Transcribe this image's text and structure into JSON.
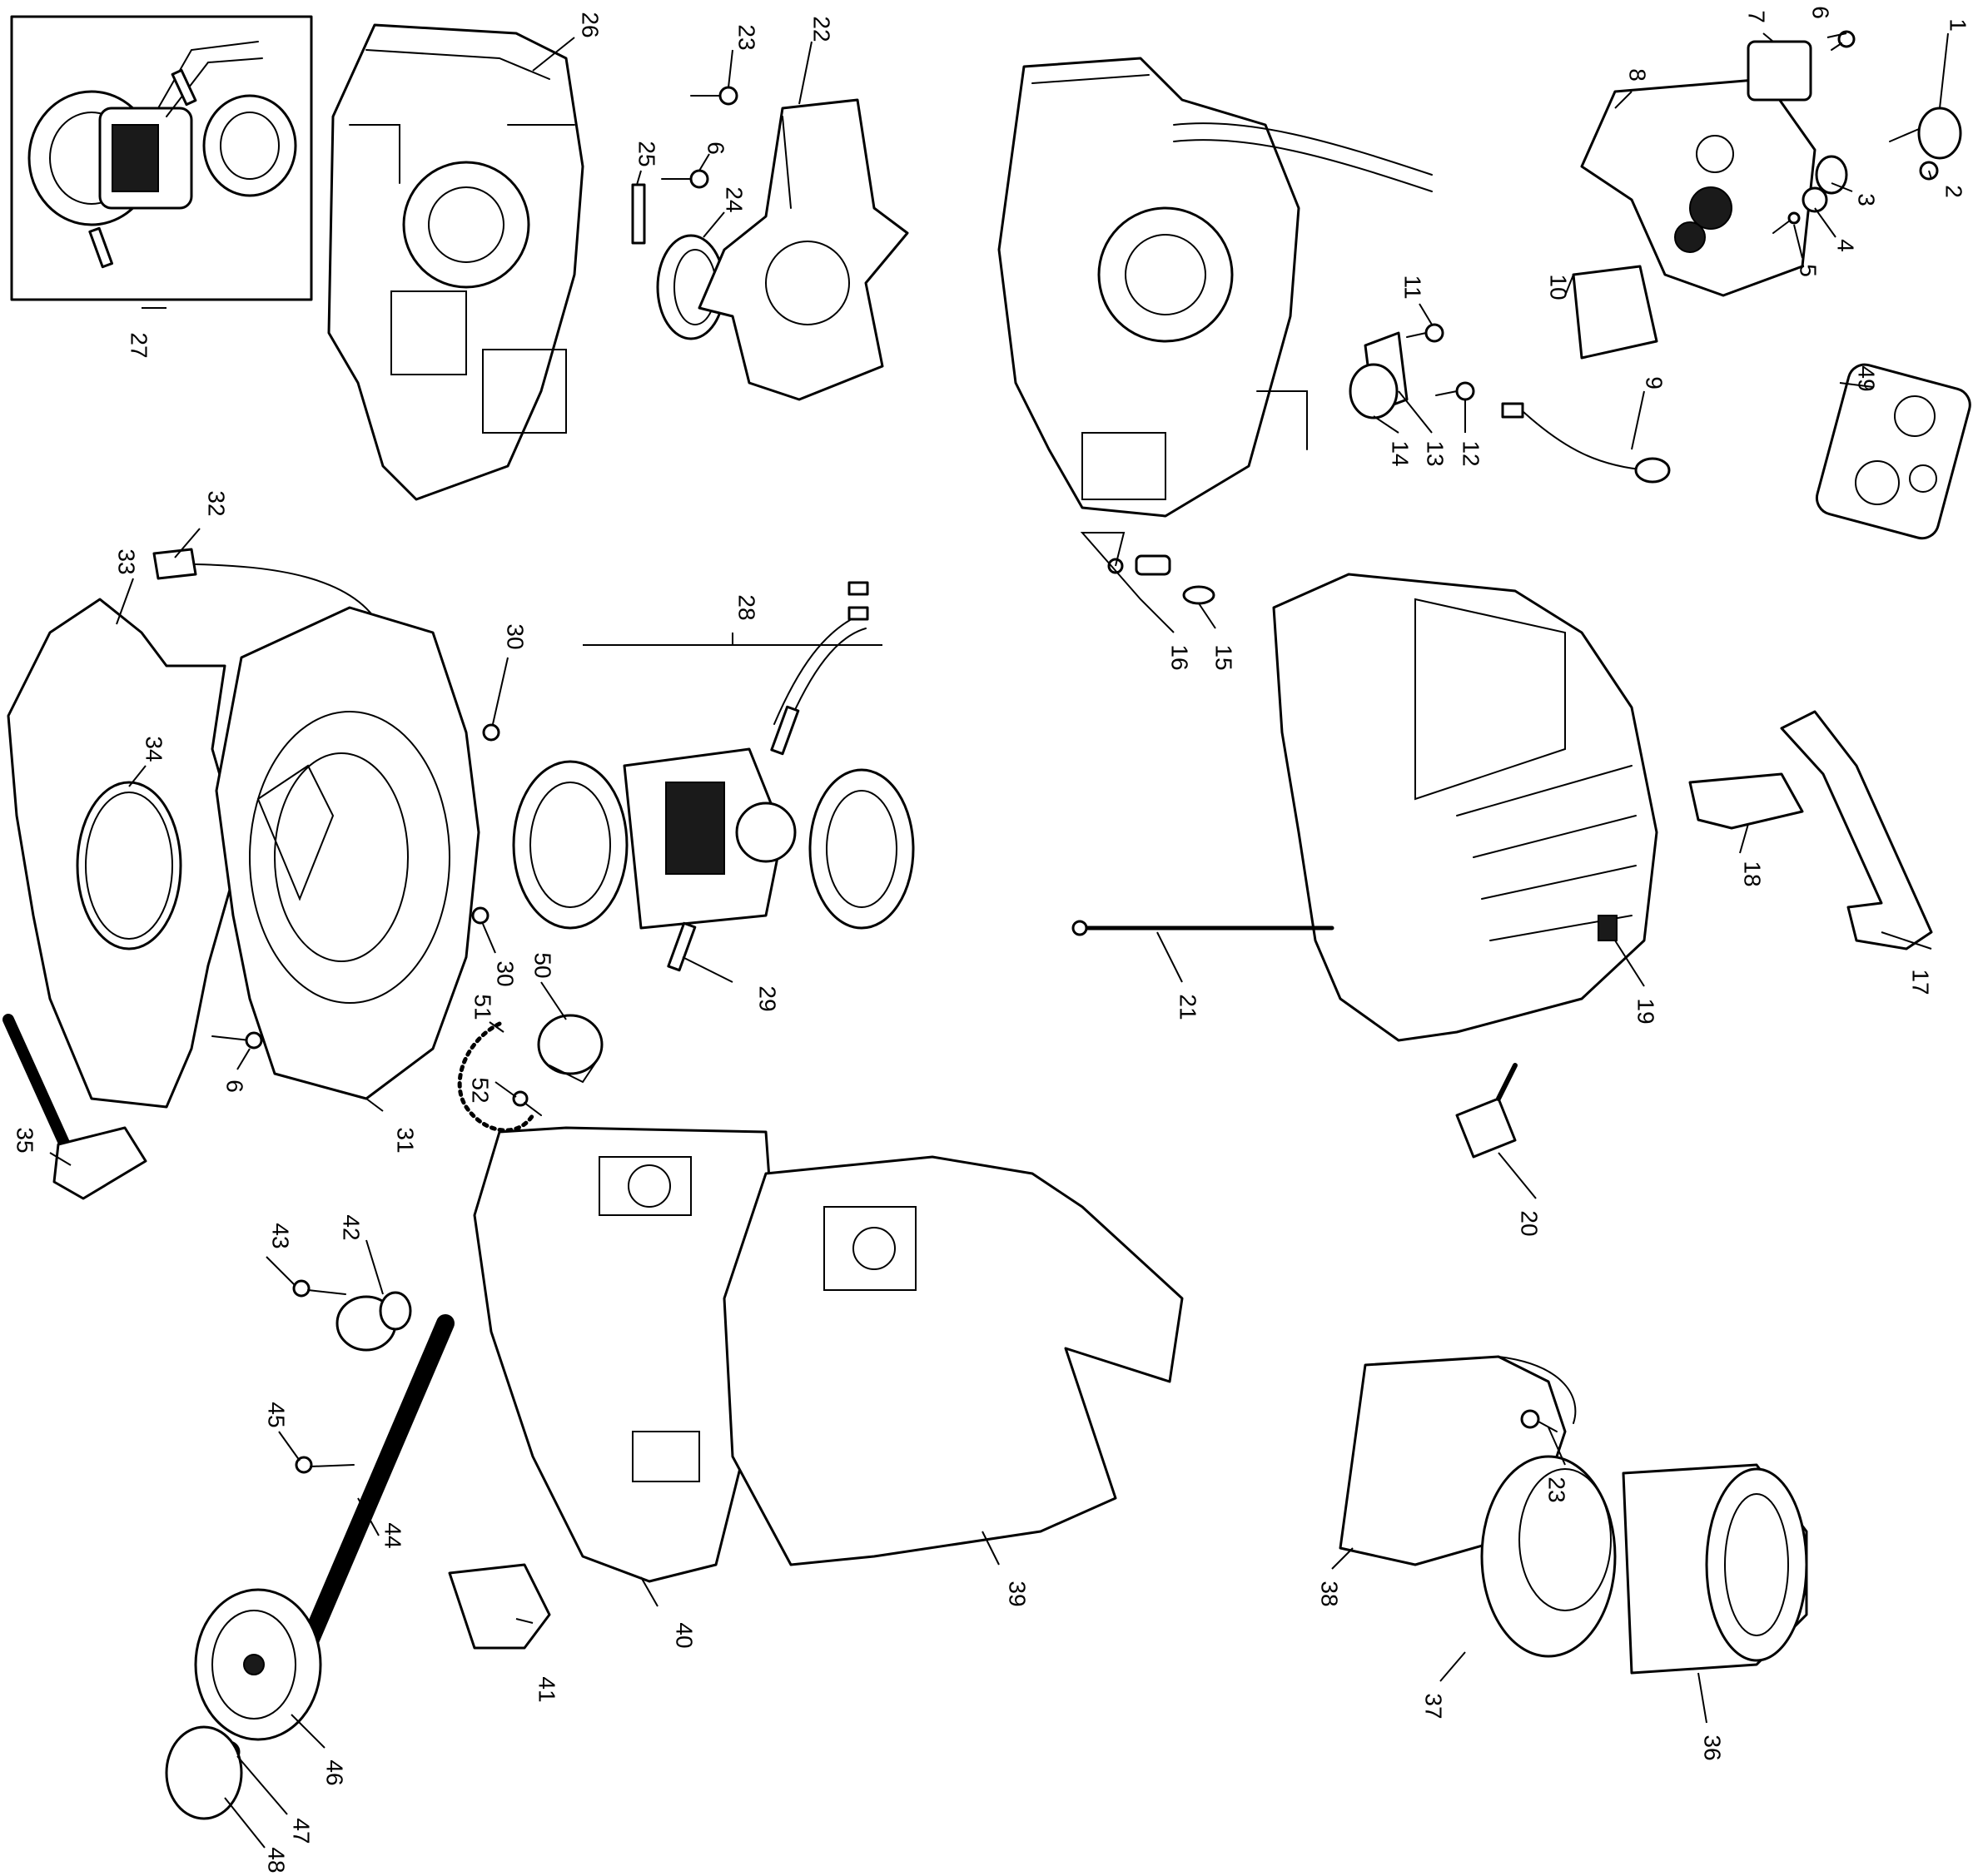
{
  "callouts": {
    "c1": "1",
    "c2": "2",
    "c3": "3",
    "c4": "4",
    "c5": "5",
    "c6a": "6",
    "c6b": "6",
    "c6c": "6",
    "c7": "7",
    "c8": "8",
    "c9": "9",
    "c10": "10",
    "c11": "11",
    "c12": "12",
    "c13": "13",
    "c14": "14",
    "c15": "15",
    "c16": "16",
    "c17": "17",
    "c18": "18",
    "c19": "19",
    "c20": "20",
    "c21": "21",
    "c22": "22",
    "c23a": "23",
    "c23b": "23",
    "c24": "24",
    "c25": "25",
    "c26": "26",
    "c27": "27",
    "c28": "28",
    "c29": "29",
    "c30a": "30",
    "c30b": "30",
    "c31": "31",
    "c32": "32",
    "c33": "33",
    "c34": "34",
    "c35": "35",
    "c36": "36",
    "c37": "37",
    "c38": "38",
    "c39": "39",
    "c40": "40",
    "c41": "41",
    "c42": "42",
    "c43": "43",
    "c44": "44",
    "c45": "45",
    "c46": "46",
    "c47": "47",
    "c48": "48",
    "c49": "49",
    "c50": "50",
    "c51": "51",
    "c52": "52"
  }
}
